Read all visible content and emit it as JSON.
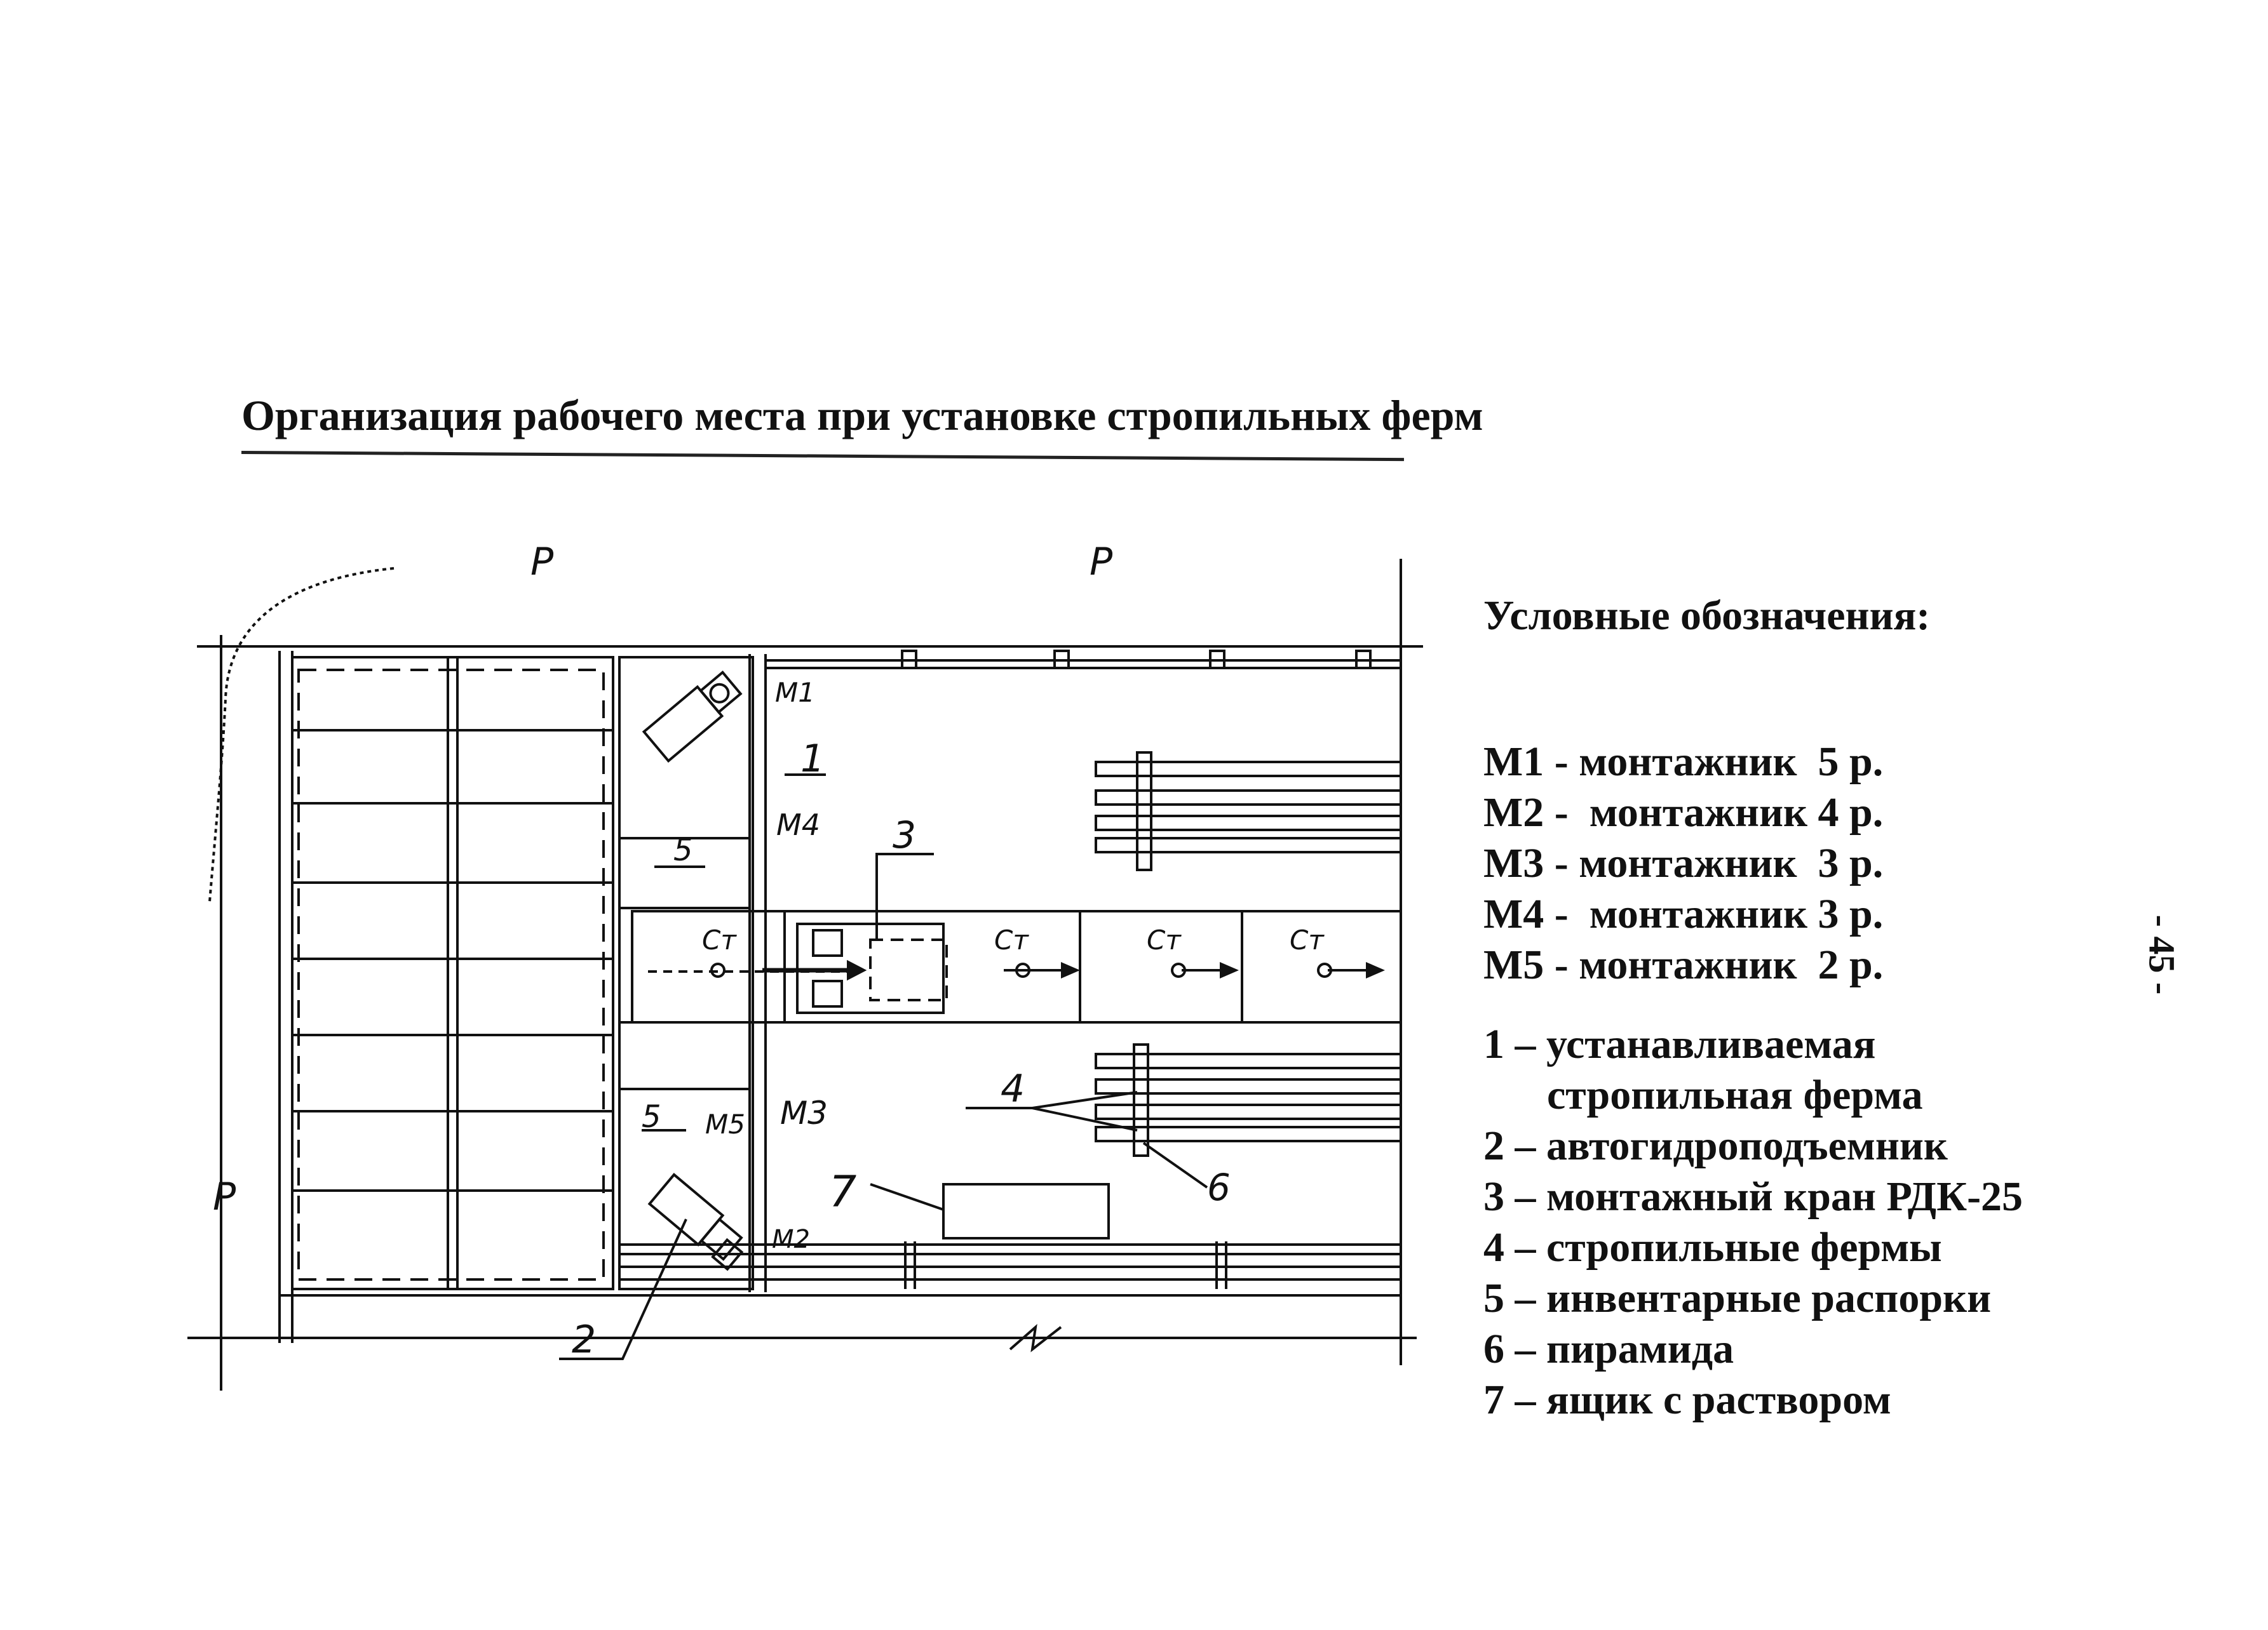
{
  "title": "Организация рабочего места при установке стропильных ферм",
  "legend": {
    "heading": "Условные обозначения:",
    "workers": [
      {
        "code": "М1",
        "text": "М1 - монтажник  5 р."
      },
      {
        "code": "М2",
        "text": "М2 -  монтажник 4 р."
      },
      {
        "code": "М3",
        "text": "М3 - монтажник  3 р."
      },
      {
        "code": "М4",
        "text": "М4 -  монтажник 3 р."
      },
      {
        "code": "М5",
        "text": "М5 - монтажник  2 р."
      }
    ],
    "items": [
      {
        "line1": "1 – устанавливаемая",
        "line2": "стропильная ферма"
      },
      {
        "line1": "2 – автогидроподъемник"
      },
      {
        "line1": "3 – монтажный кран РДК-25"
      },
      {
        "line1": "4 – стропильные фермы"
      },
      {
        "line1": "5 – инвентарные распорки"
      },
      {
        "line1": "6 – пирамида"
      },
      {
        "line1": "7 – ящик с раствором"
      }
    ]
  },
  "page_number": "- 45 -",
  "plan_labels": {
    "p_top_left": "P",
    "p_top_right": "P",
    "p_left": "P",
    "m1": "М1",
    "m4": "М4",
    "m3": "М3",
    "m5": "М5",
    "m2": "М2",
    "callout_1": "1",
    "callout_2": "2",
    "callout_3": "3",
    "callout_4": "4",
    "callout_5a": "5",
    "callout_5b": "5",
    "callout_6": "6",
    "callout_7": "7",
    "ct_1": "Ст",
    "ct_2": "Ст",
    "ct_3": "Ст",
    "ct_4": "Ст"
  }
}
